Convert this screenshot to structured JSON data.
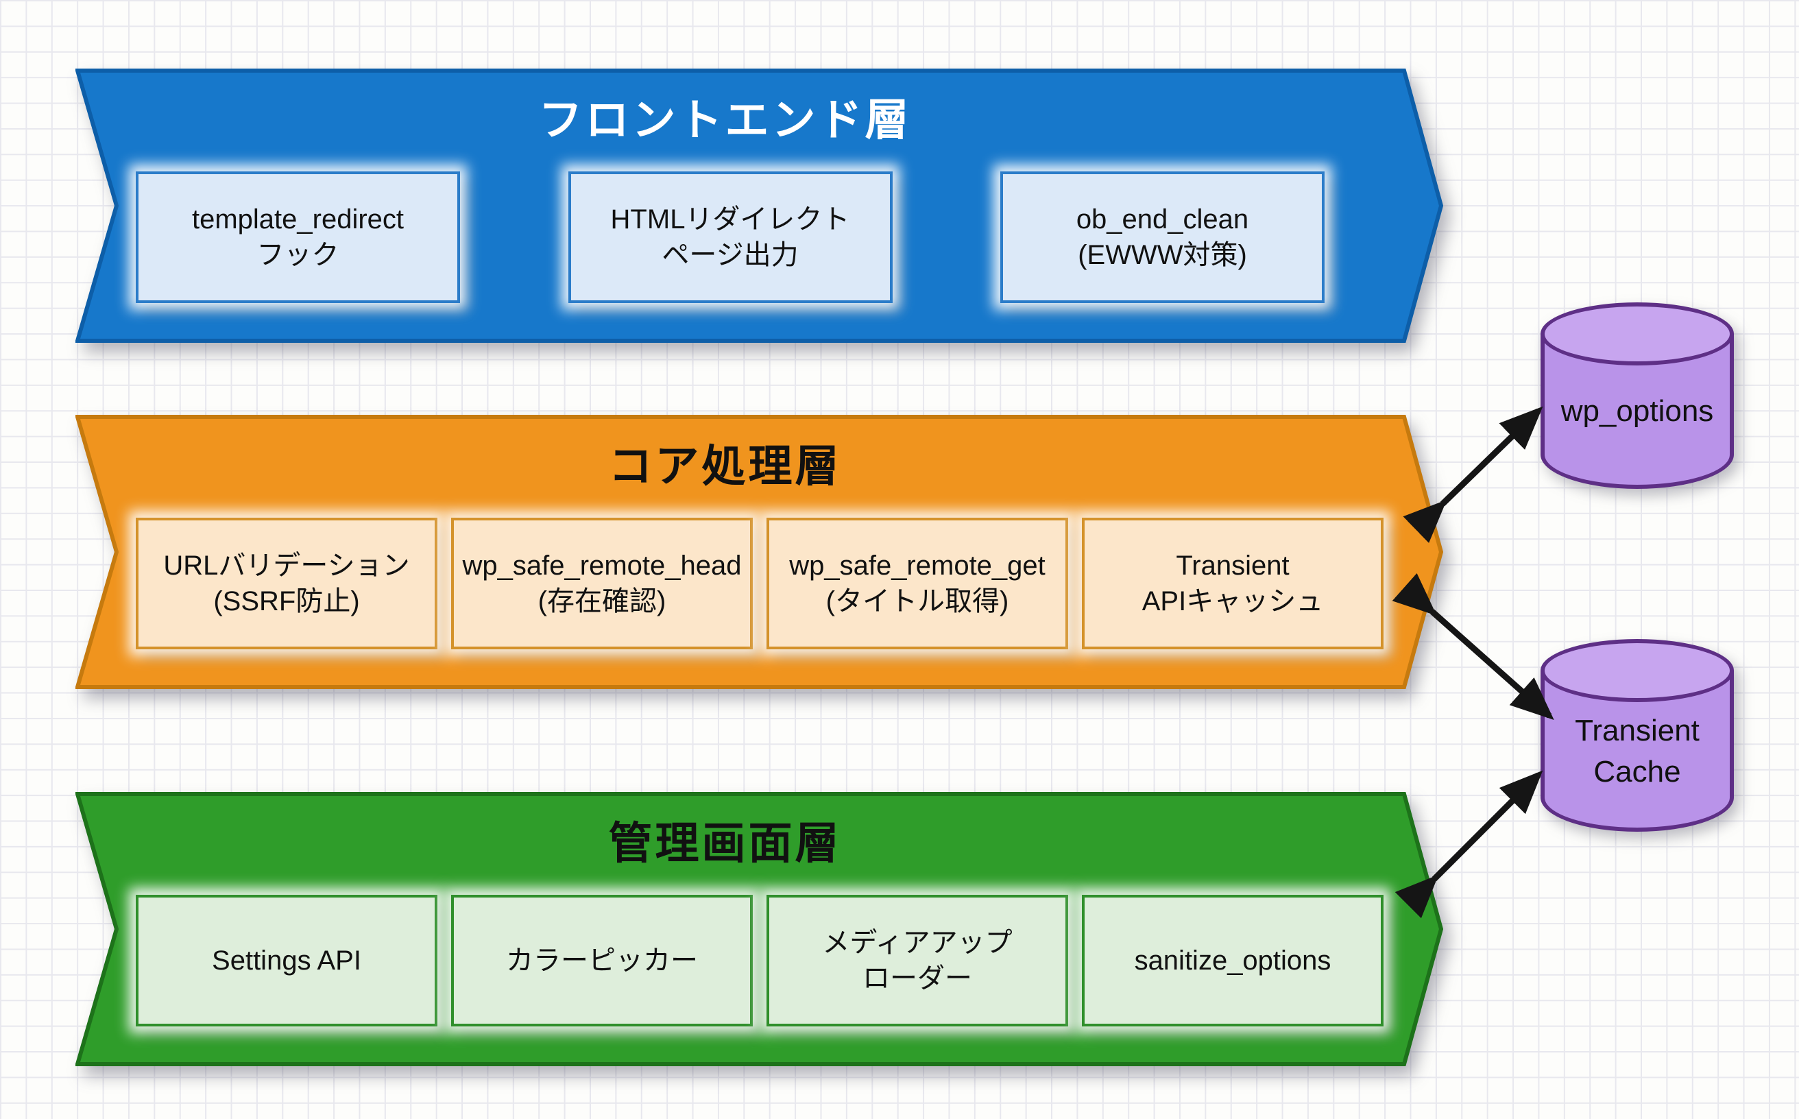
{
  "colors": {
    "bg": "#fdfdfb",
    "grid": "#e8e8ee",
    "arrow": "#151515",
    "text-dark": "#111111",
    "title-light": "#ffffff",
    "blue-fill": "#1778cb",
    "blue-stroke": "#0d5ea8",
    "blue-box-fill": "#dce9f8",
    "blue-box-stroke": "#2b7cc9",
    "orange-fill": "#f0941e",
    "orange-stroke": "#c67a0e",
    "orange-box-fill": "#fce6ca",
    "orange-box-stroke": "#d4922a",
    "green-fill": "#2f9d2a",
    "green-stroke": "#1d721a",
    "green-box-fill": "#deeedb",
    "green-box-stroke": "#2f8f2b",
    "purple-fill": "#b993e9",
    "purple-top": "#c7a5ef",
    "purple-stroke": "#5e2f86"
  },
  "layers": [
    {
      "title": "フロントエンド層",
      "boxes": [
        {
          "lines": [
            "template_redirect",
            "フック"
          ]
        },
        {
          "lines": [
            "HTMLリダイレクト",
            "ページ出力"
          ]
        },
        {
          "lines": [
            "ob_end_clean",
            "(EWWW対策)"
          ]
        }
      ]
    },
    {
      "title": "コア処理層",
      "boxes": [
        {
          "lines": [
            "URLバリデーション",
            "(SSRF防止)"
          ]
        },
        {
          "lines": [
            "wp_safe_remote_head",
            "(存在確認)"
          ]
        },
        {
          "lines": [
            "wp_safe_remote_get",
            "(タイトル取得)"
          ]
        },
        {
          "lines": [
            "Transient",
            "APIキャッシュ"
          ]
        }
      ]
    },
    {
      "title": "管理画面層",
      "boxes": [
        {
          "lines": [
            "Settings API"
          ]
        },
        {
          "lines": [
            "カラーピッカー"
          ]
        },
        {
          "lines": [
            "メディアアップ",
            "ローダー"
          ]
        },
        {
          "lines": [
            "sanitize_options"
          ]
        }
      ]
    }
  ],
  "datastores": [
    {
      "lines": [
        "wp_options"
      ]
    },
    {
      "lines": [
        "Transient",
        "Cache"
      ]
    }
  ]
}
